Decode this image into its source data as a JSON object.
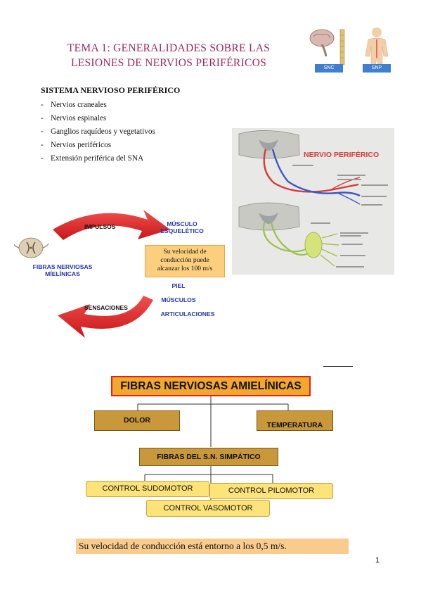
{
  "header": {
    "title_line1": "TEMA 1: GENERALIDADES SOBRE LAS",
    "title_line2": "LESIONES DE NERVIOS PERIFÉRICOS",
    "snc_label": "SNC",
    "snp_label": "SNP"
  },
  "section": {
    "title": "SISTEMA NERVIOSO PERIFÉRICO",
    "items": [
      "Nervios craneales",
      "Nervios espinales",
      "Ganglios raquídeos y vegetativos",
      "Nervios periféricos",
      "Extensión periférica del SNA"
    ]
  },
  "cycle": {
    "impulsos": "IMPULSOS",
    "sensaciones": "SENSACIONES",
    "musculo_line1": "MÚSCULO",
    "musculo_line2": "ESQUELÉTICO",
    "fibras_line1": "FIBRAS NERVIOSAS",
    "fibras_line2": "MÍELÍNICAS",
    "speed_line1": "Su velocidad de",
    "speed_line2": "conducción puede",
    "speed_line3": "alcanzar los 100 m/s",
    "piel": "PIEL",
    "musculos": "MÚSCULOS",
    "articulaciones": "ARTICULACIONES"
  },
  "nerve_figure": {
    "title": "NERVIO PERIFÉRICO"
  },
  "amielinicas": {
    "root": "FIBRAS NERVIOSAS AMIELÍNICAS",
    "dolor": "DOLOR",
    "temperatura": "TEMPERATURA",
    "simpatico": "FIBRAS DEL S.N. SIMPÁTICO",
    "sudomotor": "CONTROL SUDOMOTOR",
    "pilomotor": "CONTROL PILOMOTOR",
    "vasomotor": "CONTROL VASOMOTOR",
    "note": "Su velocidad de conducción está entorno a los 0,5 m/s."
  },
  "colors": {
    "title": "#a0265e",
    "arrow_red": "#e8292a",
    "label_blue": "#2233aa",
    "root_fill": "#f3a82c",
    "brown_box": "#c8983a",
    "yellow_box": "#fde37a"
  },
  "page_number": "1"
}
